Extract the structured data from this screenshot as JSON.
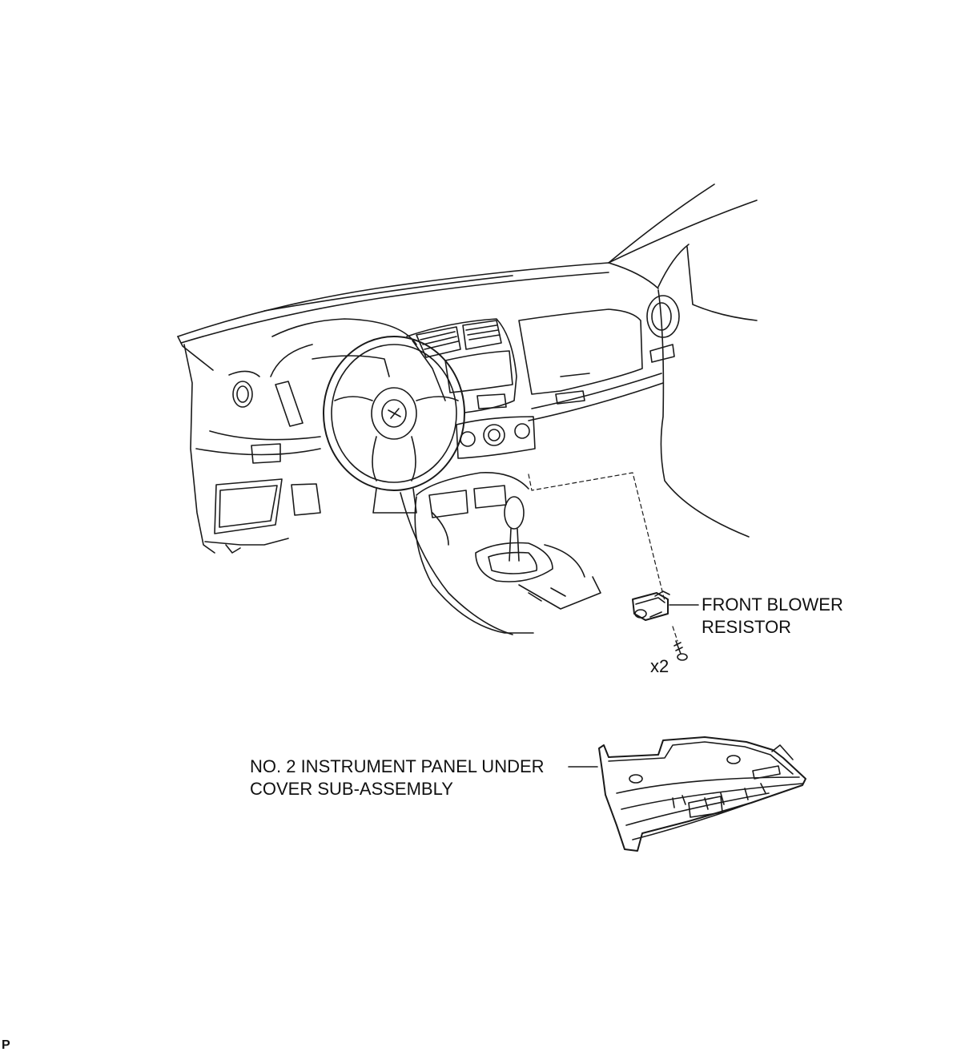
{
  "callouts": {
    "resistor_line1": "FRONT BLOWER",
    "resistor_line2": "RESISTOR",
    "screw_qty": "x2",
    "cover_line1": "NO. 2 INSTRUMENT PANEL UNDER",
    "cover_line2": "COVER SUB-ASSEMBLY"
  },
  "corner_mark": "P",
  "colors": {
    "line": "#1a1a1a",
    "background": "#ffffff"
  }
}
